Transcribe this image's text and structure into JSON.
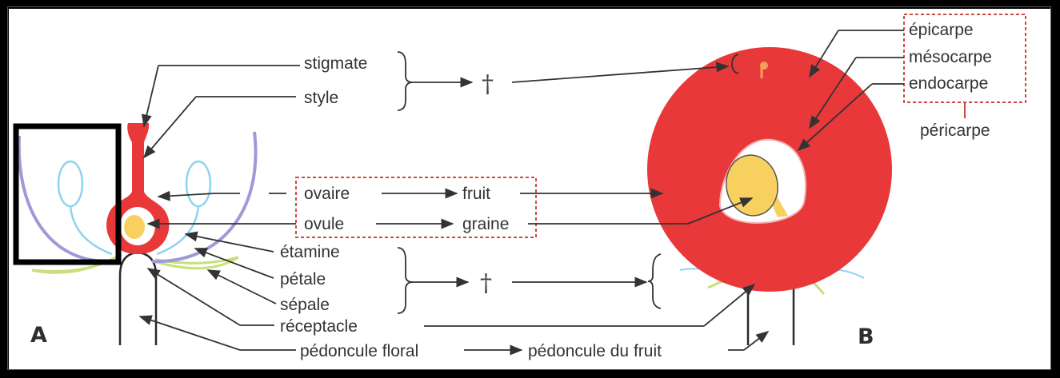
{
  "colors": {
    "red": "#e8383a",
    "yellow": "#f8d060",
    "lightblue": "#8ed3ee",
    "lightgreen": "#c7e07a",
    "lavender": "#9d9bd6",
    "dashed_red": "#cf4a3e"
  },
  "labels": {
    "stigmate": "stigmate",
    "style": "style",
    "ovaire": "ovaire",
    "fruit": "fruit",
    "ovule": "ovule",
    "graine": "graine",
    "etamine": "étamine",
    "petale": "pétale",
    "sepale": "sépale",
    "receptacle": "réceptacle",
    "pedoncule_floral": "pédoncule floral",
    "pedoncule_fruit": "pédoncule du fruit",
    "epicarpe": "épicarpe",
    "mesocarpe": "mésocarpe",
    "endocarpe": "endocarpe",
    "pericarpe": "péricarpe",
    "panel_a": "A",
    "panel_b": "B",
    "dagger": "†"
  }
}
